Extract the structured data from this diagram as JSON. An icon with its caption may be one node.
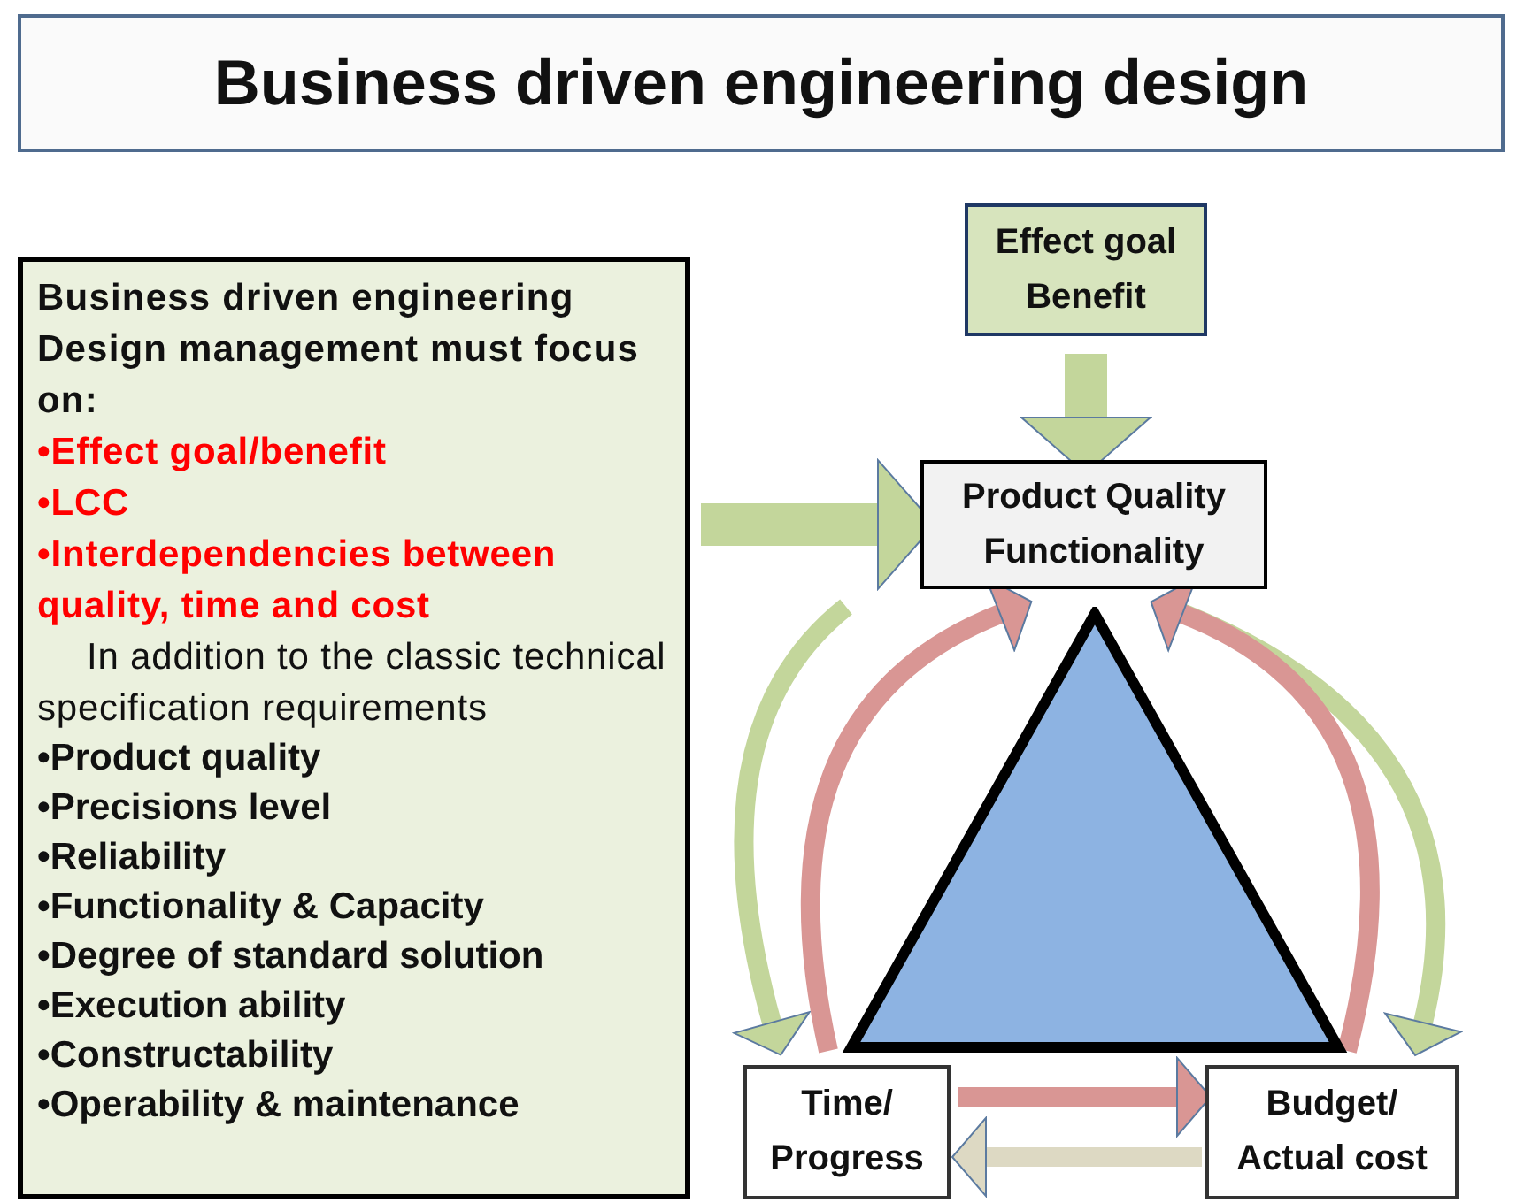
{
  "diagram": {
    "title": "Business driven engineering design",
    "nodes": [
      {
        "text": [
          "Business driven engineering Design management must focus on:",
          "•Effect goal/benefit",
          "•LCC",
          "•Interdependencies between quality, time and cost",
          "In addition to the classic technical specification requirements",
          "•Product quality",
          "•Precisions level",
          "•Reliability",
          "•Functionality  & Capacity",
          "•Degree of standard solution",
          "•Execution ability",
          "•Constructability",
          "•Operability & maintenance"
        ]
      },
      {
        "text": [
          "Effect goal",
          "Benefit"
        ]
      },
      {
        "text": [
          "Product Quality",
          "Functionality"
        ]
      },
      {
        "text": [],
        "shape": "triangle"
      },
      {
        "text": [
          "Time/ Progress"
        ]
      },
      {
        "text": [
          "Budget/ Actual cost"
        ]
      }
    ],
    "edges": [
      {
        "from": 0,
        "to": 2,
        "arrow": "to",
        "style": "thick"
      },
      {
        "from": 1,
        "to": 2,
        "arrow": "to",
        "style": "thick"
      },
      {
        "from": 2,
        "to": 4,
        "arrow": "to"
      },
      {
        "from": 4,
        "to": 2,
        "arrow": "to",
        "color": "#d99694"
      },
      {
        "from": 2,
        "to": 5,
        "arrow": "to"
      },
      {
        "from": 5,
        "to": 2,
        "arrow": "to",
        "color": "#d99694"
      },
      {
        "from": 4,
        "to": 5,
        "arrow": "to",
        "color": "#d99694"
      },
      {
        "from": 5,
        "to": 4,
        "arrow": "to",
        "color": "#ddd9c3"
      }
    ]
  }
}
